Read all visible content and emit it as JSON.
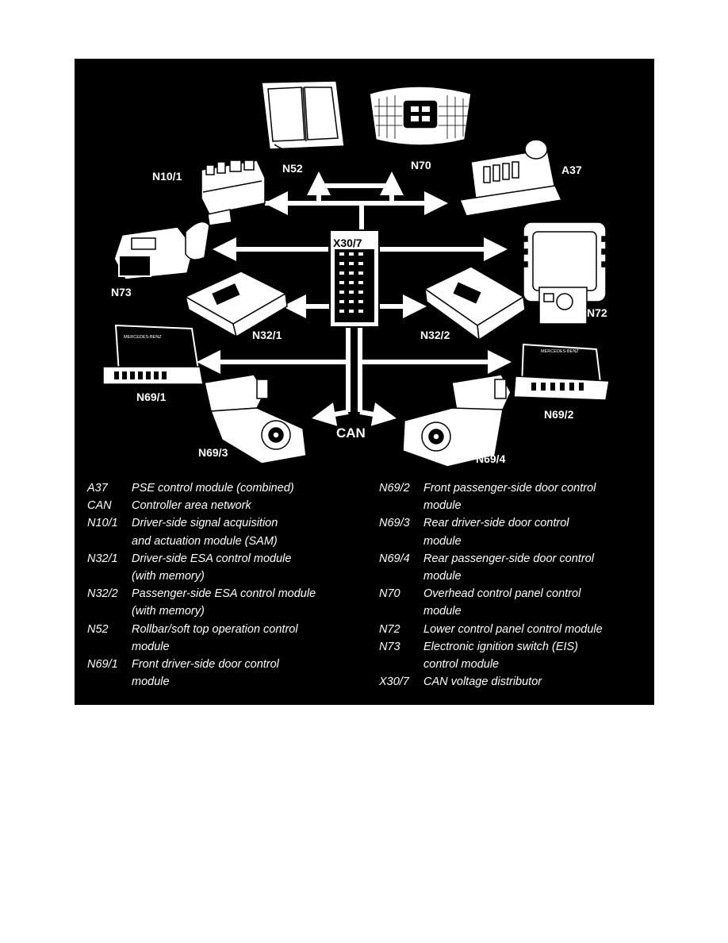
{
  "diagram": {
    "labels": {
      "n52": "N52",
      "n70": "N70",
      "n10_1": "N10/1",
      "a37": "A37",
      "x30_7": "X30/7",
      "n73": "N73",
      "n72": "N72",
      "n32_1": "N32/1",
      "n32_2": "N32/2",
      "n69_1": "N69/1",
      "n69_2": "N69/2",
      "n69_3": "N69/3",
      "n69_4": "N69/4",
      "can": "CAN"
    },
    "module_print": {
      "n69_1": "MERCEDES-BENZ",
      "n69_2": "MERCEDES-BENZ"
    }
  },
  "legend": {
    "left": [
      {
        "code": "A37",
        "desc": [
          "PSE control module (combined)"
        ]
      },
      {
        "code": "CAN",
        "desc": [
          "Controller area network"
        ]
      },
      {
        "code": "N10/1",
        "desc": [
          "Driver-side signal acquisition",
          "and actuation module (SAM)"
        ]
      },
      {
        "code": "N32/1",
        "desc": [
          "Driver-side ESA control module",
          "(with memory)"
        ]
      },
      {
        "code": "N32/2",
        "desc": [
          "Passenger-side ESA control module",
          "(with memory)"
        ]
      },
      {
        "code": "N52",
        "desc": [
          "Rollbar/soft top operation control",
          "module"
        ]
      },
      {
        "code": "N69/1",
        "desc": [
          "Front driver-side door control",
          "module"
        ]
      }
    ],
    "right": [
      {
        "code": "N69/2",
        "desc": [
          "Front passenger-side door control",
          "module"
        ]
      },
      {
        "code": "N69/3",
        "desc": [
          "Rear driver-side door control",
          "module"
        ]
      },
      {
        "code": "N69/4",
        "desc": [
          "Rear passenger-side door control",
          "module"
        ]
      },
      {
        "code": "N70",
        "desc": [
          "Overhead control panel control",
          "module"
        ]
      },
      {
        "code": "N72",
        "desc": [
          "Lower control panel control module"
        ]
      },
      {
        "code": "N73",
        "desc": [
          "Electronic ignition switch (EIS)",
          "control module"
        ]
      },
      {
        "code": "X30/7",
        "desc": [
          "CAN voltage distributor"
        ]
      }
    ]
  },
  "colors": {
    "panel_bg": "#000000",
    "foreground": "#ffffff",
    "page_bg": "#ffffff"
  }
}
